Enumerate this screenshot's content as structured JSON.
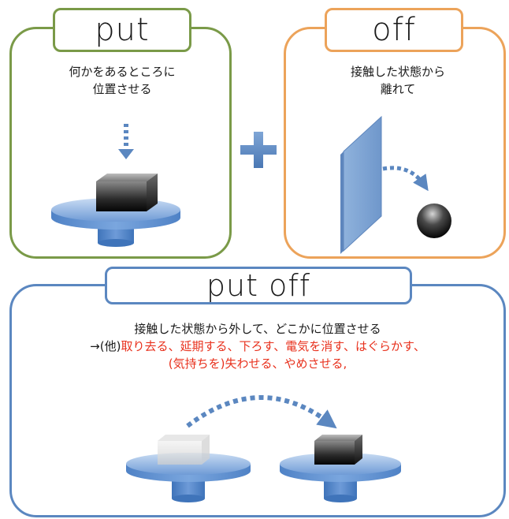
{
  "put": {
    "title": "put",
    "desc_line1": "何かをあるところに",
    "desc_line2": "位置させる"
  },
  "off": {
    "title": "off",
    "desc_line1": "接触した状態から",
    "desc_line2": "離れて"
  },
  "putoff": {
    "title": "put off",
    "line1": "接触した状態から外して、どこかに位置させる",
    "line2_prefix": "→(他)",
    "line2_red": "取り去る、延期する、下ろす、電気を消す、はぐらかす、",
    "line3_red": "(気持ちを)失わせる、やめさせる,"
  },
  "colors": {
    "put_border": "#7a9a48",
    "off_border": "#eca35a",
    "putoff_border": "#5b87c0",
    "accent_blue": "#5b87c0",
    "meaning_red": "#e8301c"
  },
  "icons": {
    "plus": "plus-icon",
    "arrow_down": "dashed-arrow-down-icon",
    "arrow_curve": "dashed-curved-arrow-icon"
  }
}
